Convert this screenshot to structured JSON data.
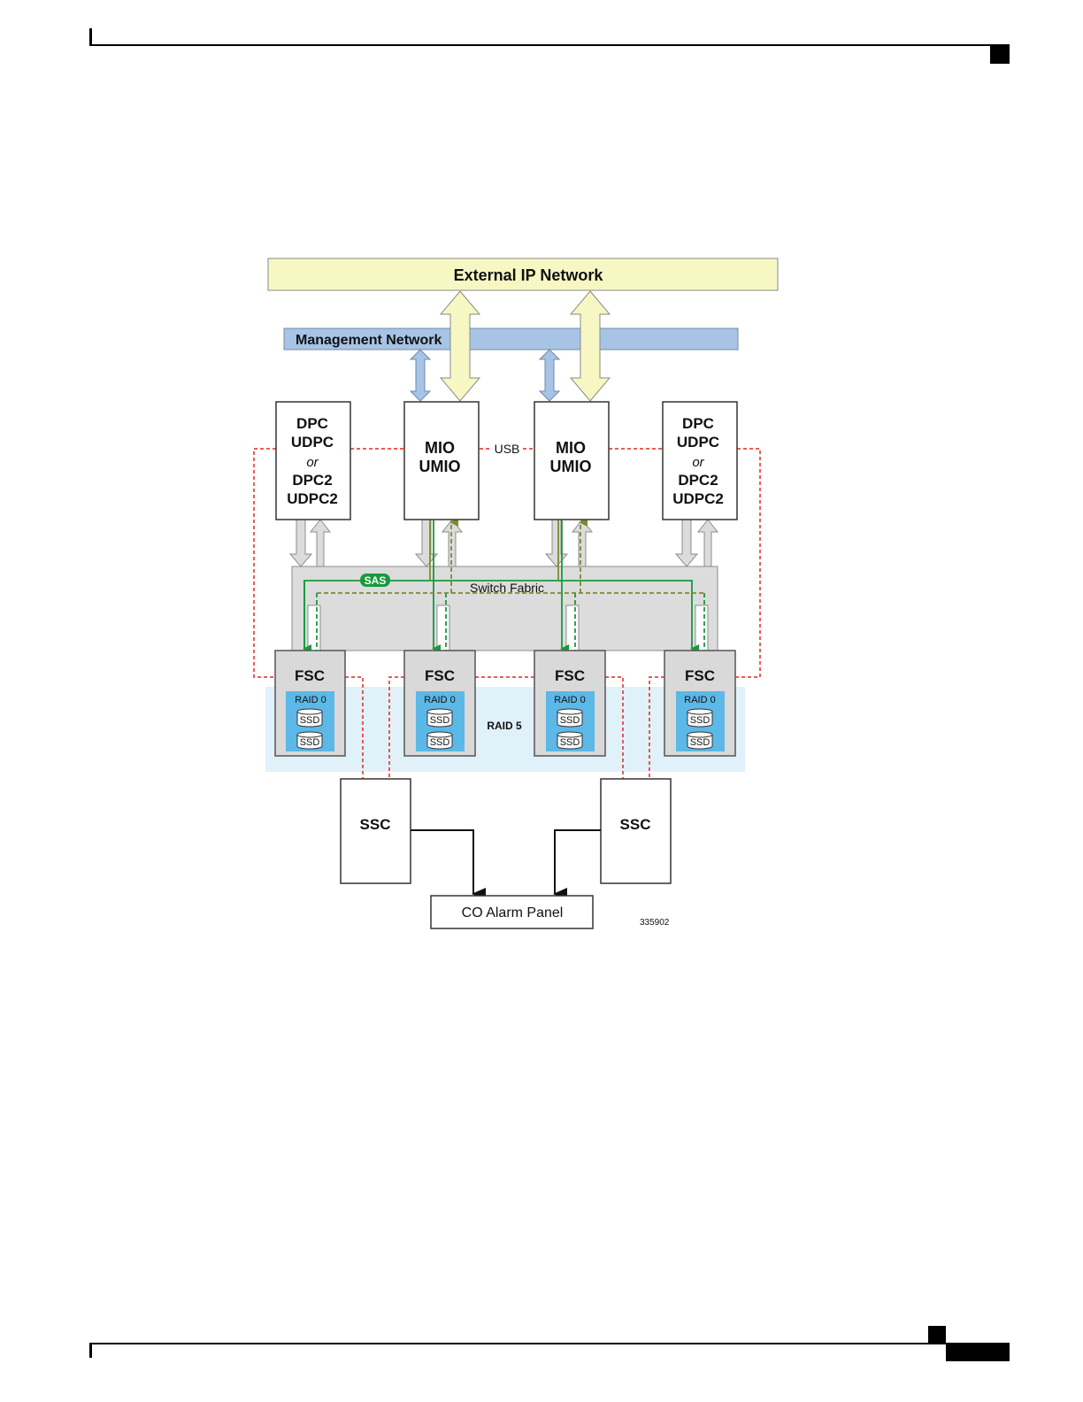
{
  "diagram": {
    "external_network": "External IP Network",
    "management_network": "Management Network",
    "dpc_left": {
      "line1": "DPC",
      "line2": "UDPC",
      "or": "or",
      "line3": "DPC2",
      "line4": "UDPC2"
    },
    "dpc_right": {
      "line1": "DPC",
      "line2": "UDPC",
      "or": "or",
      "line3": "DPC2",
      "line4": "UDPC2"
    },
    "mio_left": {
      "line1": "MIO",
      "line2": "UMIO"
    },
    "mio_right": {
      "line1": "MIO",
      "line2": "UMIO"
    },
    "usb_label": "USB",
    "sas_label": "SAS",
    "switch_fabric_label": "Switch Fabric",
    "fsc": [
      {
        "title": "FSC",
        "raid": "RAID 0",
        "ssd1": "SSD",
        "ssd2": "SSD"
      },
      {
        "title": "FSC",
        "raid": "RAID 0",
        "ssd1": "SSD",
        "ssd2": "SSD"
      },
      {
        "title": "FSC",
        "raid": "RAID 0",
        "ssd1": "SSD",
        "ssd2": "SSD"
      },
      {
        "title": "FSC",
        "raid": "RAID 0",
        "ssd1": "SSD",
        "ssd2": "SSD"
      }
    ],
    "raid5_label": "RAID 5",
    "ssc_left": "SSC",
    "ssc_right": "SSC",
    "alarm_panel": "CO Alarm Panel",
    "figure_id": "335902"
  },
  "colors": {
    "external_fill": "#f7f7c4",
    "mgmt_fill": "#a7c4e6",
    "fabric_fill": "#dcdcdc",
    "raid5_fill": "#e1f1f9",
    "raid0_fill": "#5cb8e6",
    "sas_green": "#179a3e",
    "olive": "#7e8a2f",
    "red_dashed": "#e52620"
  }
}
